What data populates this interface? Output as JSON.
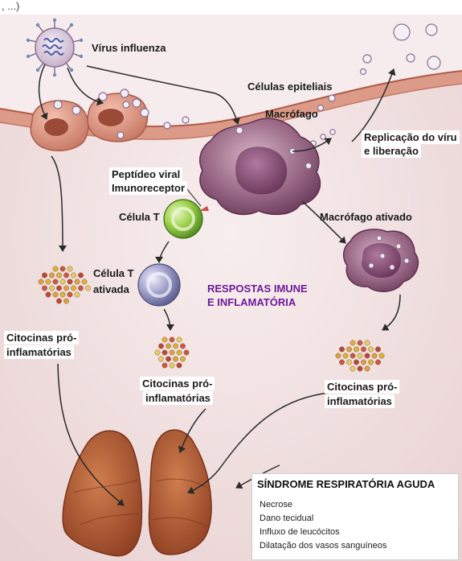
{
  "labels": {
    "top_partial": ", ...)",
    "virus": "Vírus influenza",
    "epithelial": "Células epiteliais",
    "macrophage": "Macrófago",
    "replication_1": "Replicação do víru",
    "replication_2": "e liberação",
    "viral_peptide": "Peptídeo viral",
    "immunoreceptor": "Imunoreceptor",
    "t_cell": "Célula T",
    "activated_macrophage": "Macrófago ativado",
    "activated_t_1": "Célula T",
    "activated_t_2": "ativada",
    "center_title_1": "RESPOSTAS IMUNE",
    "center_title_2": "E INFLAMATÓRIA",
    "cytokines_left_1": "Citocinas pró-",
    "cytokines_left_2": "inflamatórias",
    "cytokines_mid_1": "Citocinas pró-",
    "cytokines_mid_2": "inflamatórias",
    "cytokines_right_1": "Citocinas pró-",
    "cytokines_right_2": "inflamatórias"
  },
  "syndrome": {
    "title": "SÍNDROME RESPIRATÓRIA AGUDA",
    "items": [
      "Necrose",
      "Dano tecidual",
      "Influxo de leucócitos",
      "Dilatação dos vasos sanguíneos"
    ]
  },
  "colors": {
    "background": "#f3e4e4",
    "epithelium": "#e2a08e",
    "membrane": "#b05a48",
    "macrophage": "#8c5a7c",
    "t_cell": "#8ec63f",
    "activated_t_cell": "#8e8eb8",
    "lung": "#b85c36",
    "arrow": "#2a2a2a",
    "title_accent": "#6a1b9a"
  }
}
